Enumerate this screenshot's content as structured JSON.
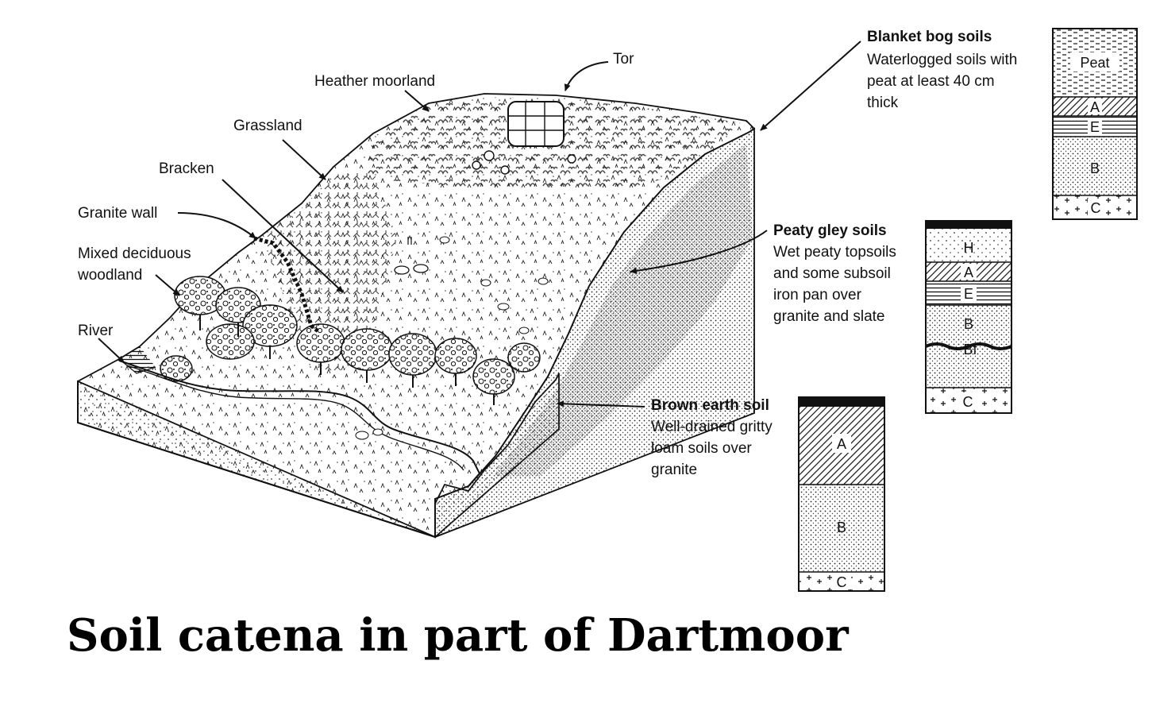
{
  "title": "Soil catena in part of Dartmoor",
  "landscape_labels": {
    "tor": "Tor",
    "heather_moorland": "Heather moorland",
    "grassland": "Grassland",
    "bracken": "Bracken",
    "granite_wall": "Granite wall",
    "mixed_woodland_line1": "Mixed deciduous",
    "mixed_woodland_line2": "woodland",
    "river": "River"
  },
  "soil_profiles": {
    "blanket_bog": {
      "name": "Blanket bog soils",
      "description": "Waterlogged soils with\npeat at least 40 cm\nthick",
      "horizons": [
        "Peat",
        "A",
        "E",
        "B",
        "C"
      ]
    },
    "peaty_gley": {
      "name": "Peaty gley soils",
      "description": "Wet peaty topsoils\nand some subsoil\niron pan over\ngranite and slate",
      "horizons": [
        "H",
        "A",
        "E",
        "B",
        "Bf",
        "C"
      ]
    },
    "brown_earth": {
      "name": "Brown earth soil",
      "description": "Well-drained gritty\nloam soils over\ngranite",
      "horizons": [
        "A",
        "B",
        "C"
      ]
    }
  }
}
